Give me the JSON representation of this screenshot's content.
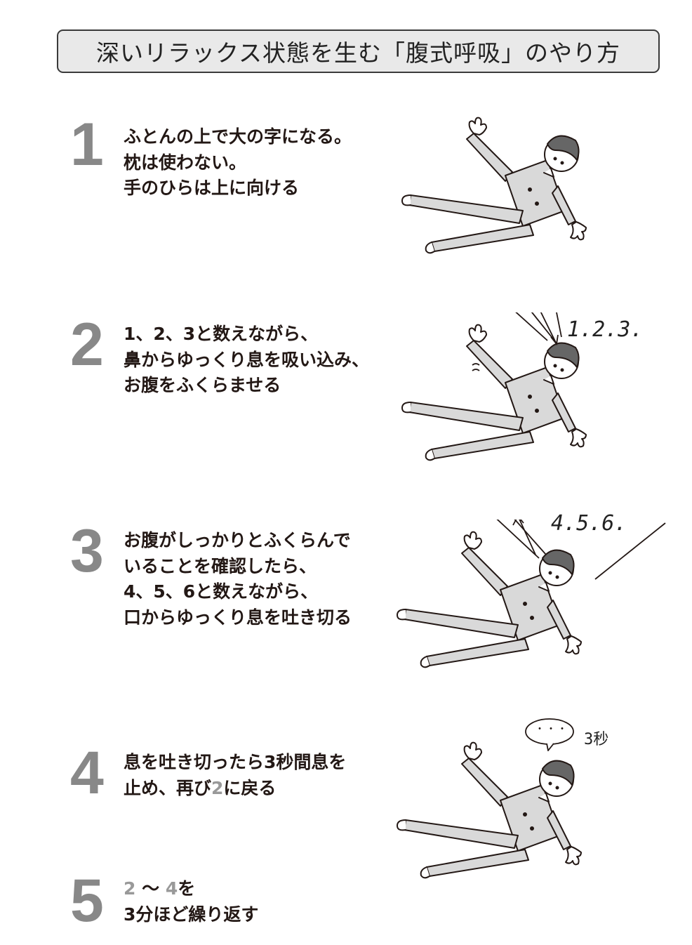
{
  "title": "深いリラックス状態を生む「腹式呼吸」のやり方",
  "steps": [
    {
      "number": "1",
      "lines": [
        [
          {
            "t": "ふとんの上で大の字になる。"
          }
        ],
        [
          {
            "t": "枕は使わない。"
          }
        ],
        [
          {
            "t": "手のひらは上に向ける"
          }
        ]
      ]
    },
    {
      "number": "2",
      "lines": [
        [
          {
            "t": "1、2、3と数えながら、"
          }
        ],
        [
          {
            "t": "鼻からゆっくり息を吸い込み、"
          }
        ],
        [
          {
            "t": "お腹をふくらませる"
          }
        ]
      ]
    },
    {
      "number": "3",
      "lines": [
        [
          {
            "t": "お腹がしっかりとふくらんで"
          }
        ],
        [
          {
            "t": "いることを確認したら、"
          }
        ],
        [
          {
            "t": "4、5、6と数えながら、"
          }
        ],
        [
          {
            "t": "口からゆっくり息を吐き切る"
          }
        ]
      ]
    },
    {
      "number": "4",
      "lines": [
        [
          {
            "t": "息を吐き切ったら3秒間息を"
          }
        ],
        [
          {
            "t": "止め、再び"
          },
          {
            "t": "2",
            "hl": true
          },
          {
            "t": "に戻る"
          }
        ]
      ]
    },
    {
      "number": "5",
      "lines": [
        [
          {
            "t": "2",
            "hl": true
          },
          {
            "t": " 〜 "
          },
          {
            "t": "4",
            "hl": true
          },
          {
            "t": "を"
          }
        ],
        [
          {
            "t": "3分ほど繰り返す"
          }
        ]
      ]
    }
  ],
  "annotations": {
    "inhale_count": "1.2.3.",
    "exhale_count": "4.5.6.",
    "speech_bubble": "・・・",
    "hold_time": "3秒"
  }
}
